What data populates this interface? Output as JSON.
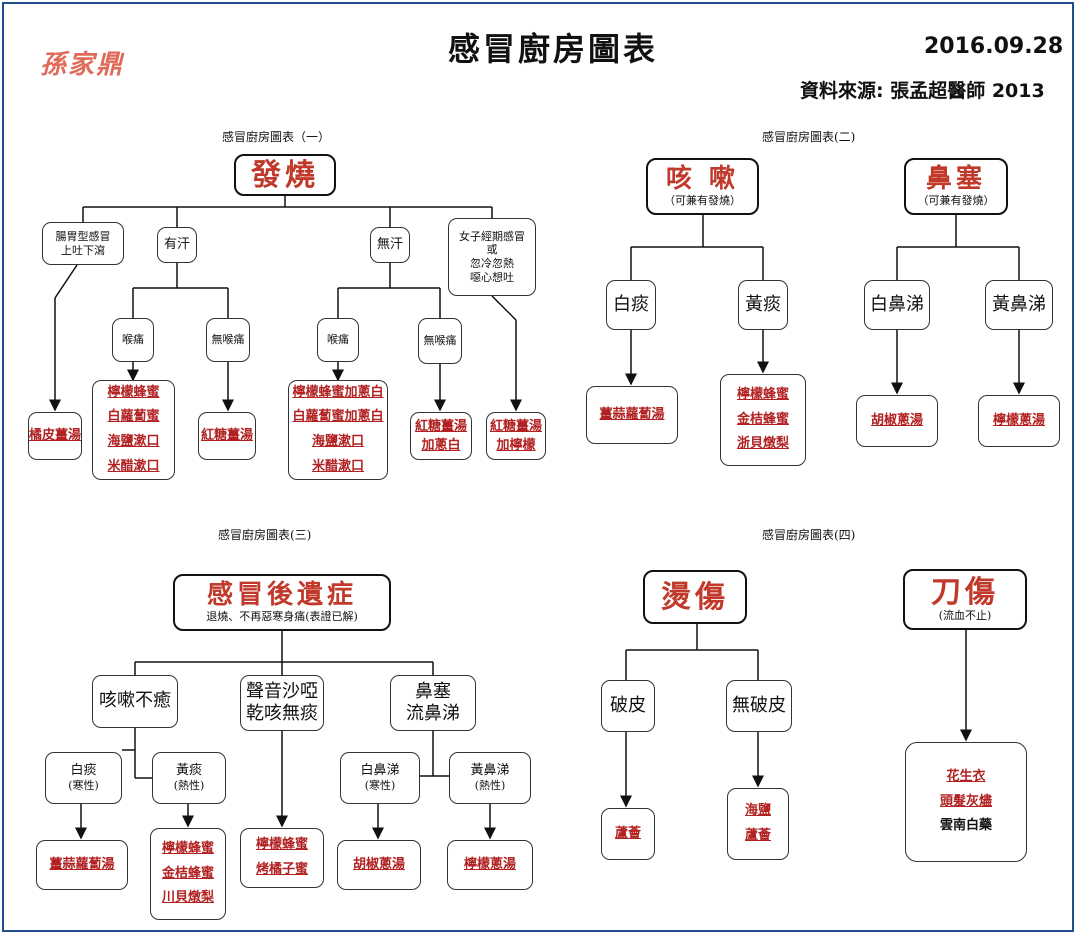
{
  "header": {
    "logo": "孫家鼎",
    "title": "感冒廚房圖表",
    "date": "2016.09.28",
    "source": "資料來源: 張孟超醫師 2013"
  },
  "section1": {
    "title": "感冒廚房圖表（一）",
    "root": "發燒",
    "b1": {
      "l1": "腸胃型感冒",
      "l2": "上吐下瀉"
    },
    "b2": "有汗",
    "b3": "無汗",
    "b4": {
      "l1": "女子經期感冒",
      "l2": "或",
      "l3": "忽冷忽熱",
      "l4": "噁心想吐"
    },
    "b2a": "喉痛",
    "b2b": "無喉痛",
    "b3a": "喉痛",
    "b3b": "無喉痛",
    "r1": "橘皮薑湯",
    "r2": [
      "檸檬蜂蜜",
      "白蘿蔔蜜",
      "海鹽漱口",
      "米醋漱口"
    ],
    "r3": "紅糖薑湯",
    "r4": [
      "檸檬蜂蜜加蔥白",
      "白蘿蔔蜜加蔥白",
      "海鹽漱口",
      "米醋漱口"
    ],
    "r5": [
      "紅糖薑湯",
      "加蔥白"
    ],
    "r6": [
      "紅糖薑湯",
      "加檸檬"
    ]
  },
  "section2": {
    "title": "感冒廚房圖表(二)",
    "cough": {
      "title": "咳 嗽",
      "sub": "（可兼有發燒）"
    },
    "nose": {
      "title": "鼻塞",
      "sub": "（可兼有發燒）"
    },
    "c1": "白痰",
    "c2": "黃痰",
    "n1": "白鼻涕",
    "n2": "黃鼻涕",
    "rc1": "薑蒜蘿蔔湯",
    "rc2": [
      "檸檬蜂蜜",
      "金桔蜂蜜",
      "浙貝燉梨"
    ],
    "rn1": "胡椒蔥湯",
    "rn2": "檸檬蔥湯"
  },
  "section3": {
    "title": "感冒廚房圖表(三)",
    "root": {
      "title": "感冒後遺症",
      "sub": "退燒、不再惡寒身痛(表證已解)"
    },
    "b1": "咳嗽不癒",
    "b2": {
      "l1": "聲音沙啞",
      "l2": "乾咳無痰"
    },
    "b3": {
      "l1": "鼻塞",
      "l2": "流鼻涕"
    },
    "b1a": {
      "l1": "白痰",
      "l2": "(寒性)"
    },
    "b1b": {
      "l1": "黃痰",
      "l2": "(熱性)"
    },
    "b3a": {
      "l1": "白鼻涕",
      "l2": "(寒性)"
    },
    "b3b": {
      "l1": "黃鼻涕",
      "l2": "(熱性)"
    },
    "r1": "薑蒜蘿蔔湯",
    "r2": [
      "檸檬蜂蜜",
      "金桔蜂蜜",
      "川貝燉梨"
    ],
    "r3": [
      "檸檬蜂蜜",
      "烤橘子蜜"
    ],
    "r4": "胡椒蔥湯",
    "r5": "檸檬蔥湯"
  },
  "section4": {
    "title": "感冒廚房圖表(四)",
    "burn": "燙傷",
    "cut": {
      "title": "刀傷",
      "sub": "(流血不止)"
    },
    "b1": "破皮",
    "b2": "無破皮",
    "r1": "蘆薈",
    "r2": [
      "海鹽",
      "蘆薈"
    ],
    "r3": [
      "花生衣",
      "頭髮灰燼",
      "雲南白藥"
    ]
  },
  "colors": {
    "remedy": "#b22222",
    "title": "#c0392b",
    "frame": "#1e4f8c"
  }
}
